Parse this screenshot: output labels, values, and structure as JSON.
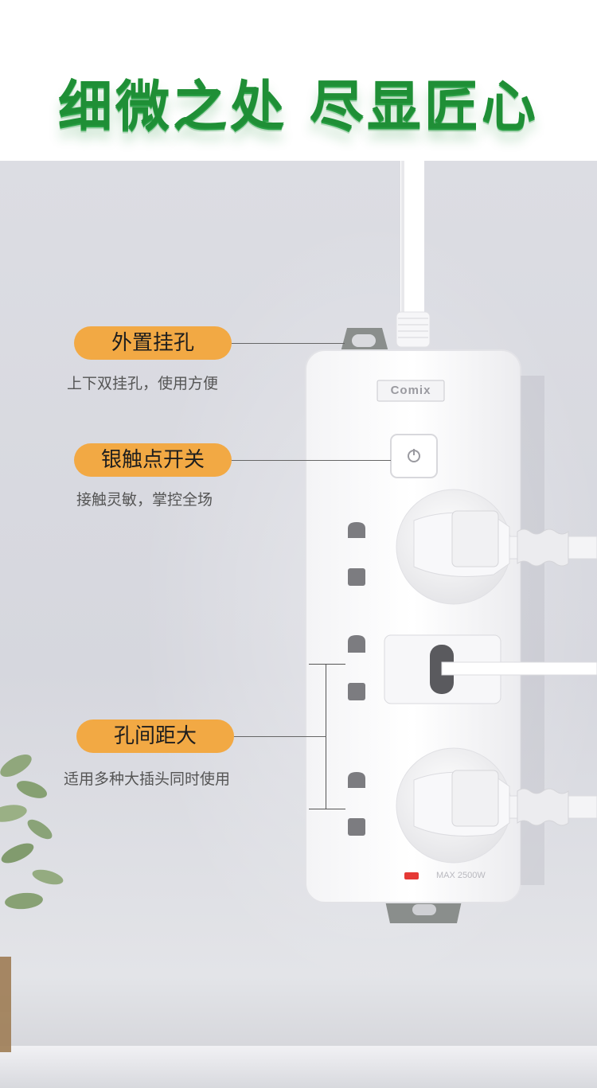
{
  "headline": "细微之处 尽显匠心",
  "features": [
    {
      "title": "外置挂孔",
      "desc": "上下双挂孔，使用方便"
    },
    {
      "title": "银触点开关",
      "desc": "接触灵敏，掌控全场"
    },
    {
      "title": "孔间距大",
      "desc": "适用多种大插头同时使用"
    }
  ],
  "product": {
    "brand": "Comix",
    "rating": "MAX 2500W"
  },
  "colors": {
    "headline_green": "#1f8f36",
    "pill_orange": "#f2a944",
    "indicator_red": "#e53935"
  }
}
